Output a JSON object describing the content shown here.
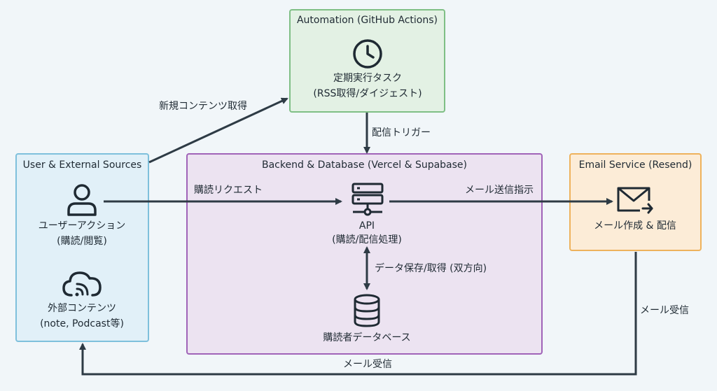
{
  "groups": {
    "automation": {
      "title": "Automation (GitHub Actions)"
    },
    "user_sources": {
      "title": "User & External Sources"
    },
    "backend": {
      "title": "Backend & Database (Vercel & Supabase)"
    },
    "email": {
      "title": "Email Service (Resend)"
    }
  },
  "nodes": {
    "scheduler": {
      "line1": "定期実行タスク",
      "line2": "(RSS取得/ダイジェスト)",
      "icon": "clock-icon"
    },
    "user_action": {
      "line1": "ユーザーアクション",
      "line2": "(購読/閲覧)",
      "icon": "user-icon"
    },
    "external_content": {
      "line1": "外部コンテンツ",
      "line2": "(note, Podcast等)",
      "icon": "cloud-feed-icon"
    },
    "api": {
      "line1": "API",
      "line2": "(購読/配信処理)",
      "icon": "server-icon"
    },
    "subscriber_db": {
      "line1": "購読者データベース",
      "icon": "database-icon"
    },
    "mail_compose": {
      "line1": "メール作成 & 配信",
      "icon": "mail-send-icon"
    }
  },
  "edges": {
    "fetch_content": "新規コンテンツ取得",
    "delivery_trigger": "配信トリガー",
    "subscribe_request": "購読リクエスト",
    "send_instruction": "メール送信指示",
    "save_fetch": "データ保存/取得 (双方向)",
    "mail_receive_right": "メール受信",
    "mail_receive_bottom": "メール受信"
  }
}
